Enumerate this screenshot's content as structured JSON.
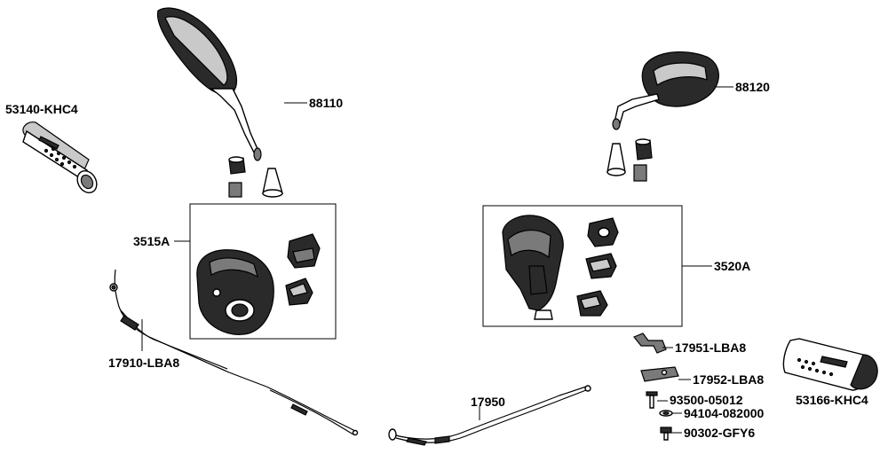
{
  "labels": {
    "grip_left": "53140-KHC4",
    "mirror_left": "88110",
    "switch_left": "3515A",
    "throttle_cable": "17910-LBA8",
    "mirror_right": "88120",
    "switch_right": "3520A",
    "bracket_1": "17951-LBA8",
    "bracket_2": "17952-LBA8",
    "bolt_1": "93500-05012",
    "washer": "94104-082000",
    "bolt_2": "90302-GFY6",
    "grip_right": "53166-KHC4",
    "choke_cable": "17950"
  },
  "colors": {
    "line": "#000000",
    "shade_dark": "#2a2a2a",
    "shade_mid": "#7a7a7a",
    "shade_light": "#c9c9c9"
  }
}
